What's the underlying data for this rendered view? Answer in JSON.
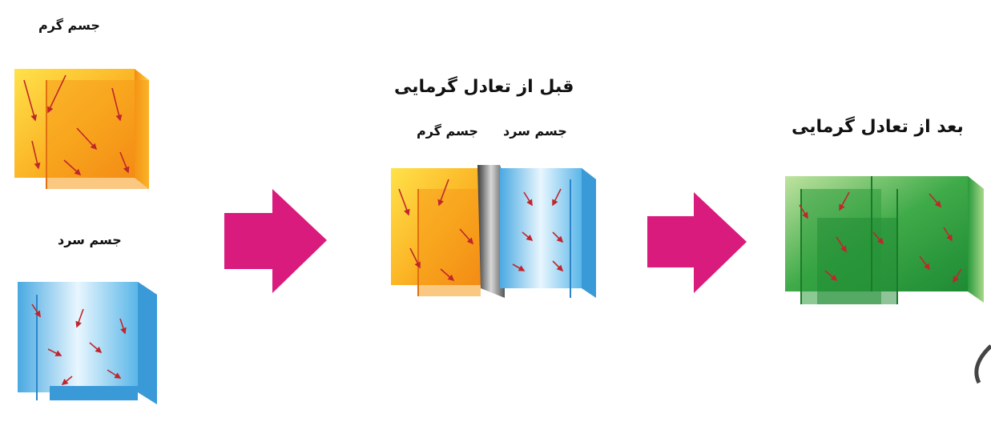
{
  "labels": {
    "hot_body_top": "جسم گرم",
    "cold_body_bottom": "جسم سرد",
    "before_title": "قبل از تعادل گرمایی",
    "before_hot": "جسم گرم",
    "before_cold": "جسم سرد",
    "after_title": "بعد از تعادل گرمایی"
  },
  "colors": {
    "hot": "#f7a21b",
    "cold": "#5ab6e8",
    "equilibrium": "#3aa84a",
    "arrow": "#d81b7c",
    "particle": "#c0262c"
  },
  "icons": [
    "right-arrow-icon",
    "right-arrow-icon"
  ]
}
